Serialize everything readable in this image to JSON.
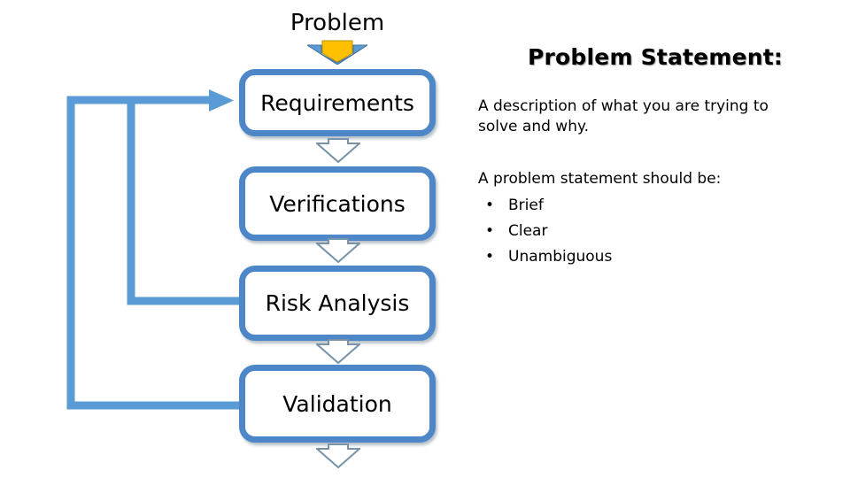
{
  "diagram": {
    "input_label": "Problem",
    "input_arrow_color": "#FFC000",
    "box_border_color": "#4E87C7",
    "connector_color": "#5B9BD5",
    "boxes": [
      {
        "id": "requirements",
        "label": "Requirements"
      },
      {
        "id": "verifications",
        "label": "Verifications"
      },
      {
        "id": "risk-analysis",
        "label": "Risk Analysis"
      },
      {
        "id": "validation",
        "label": "Validation"
      }
    ],
    "feedback_loops": [
      {
        "from": "risk-analysis",
        "to": "requirements"
      },
      {
        "from": "validation",
        "to": "requirements"
      }
    ]
  },
  "info": {
    "heading": "Problem Statement:",
    "description": "A description of what you are trying to solve and why.",
    "criteria_title": "A problem statement should be:",
    "criteria": [
      "Brief",
      "Clear",
      "Unambiguous"
    ],
    "bullet_glyph": "•"
  }
}
